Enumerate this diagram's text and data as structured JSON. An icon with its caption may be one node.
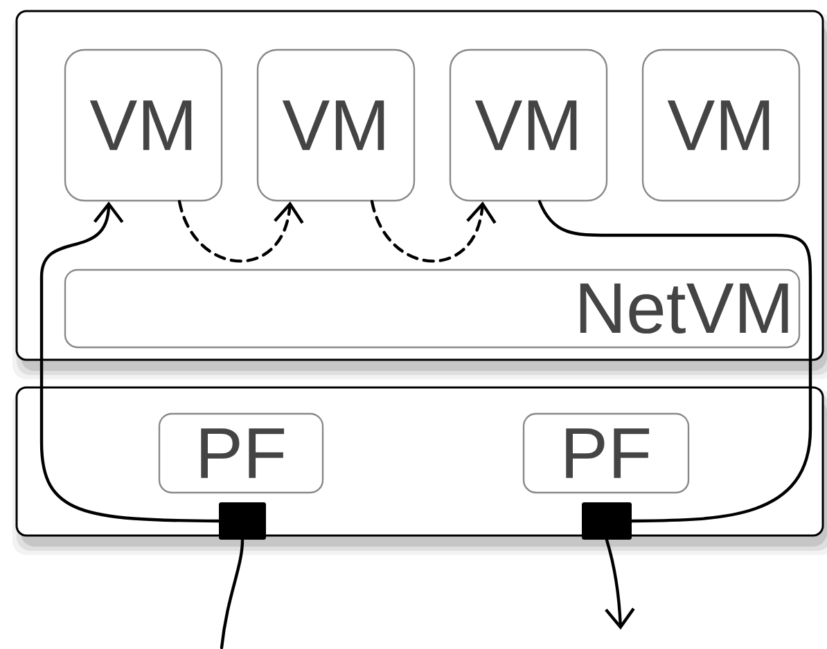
{
  "diagram": {
    "nodes": [
      {
        "text": [],
        "shape": "box"
      },
      {
        "text": [
          "VM"
        ],
        "in": 0
      },
      {
        "text": [
          "VM"
        ],
        "in": 0
      },
      {
        "text": [
          "VM"
        ],
        "in": 0
      },
      {
        "text": [
          "VM"
        ],
        "in": 0
      },
      {
        "text": [
          "NetVM"
        ],
        "in": 0
      },
      {
        "text": [],
        "shape": "box"
      },
      {
        "text": [
          "PF"
        ],
        "in": 6
      },
      {
        "text": [
          "PF"
        ],
        "in": 6
      },
      {
        "text": [],
        "shape": "box",
        "in": 6
      },
      {
        "text": [],
        "shape": "box",
        "in": 6
      }
    ],
    "edges": [
      {
        "from": null,
        "to": 9,
        "arrow": "none"
      },
      {
        "from": 9,
        "to": 1,
        "arrow": "to"
      },
      {
        "from": 1,
        "to": 2,
        "arrow": "to",
        "style": "dashed"
      },
      {
        "from": 2,
        "to": 3,
        "arrow": "to",
        "style": "dashed"
      },
      {
        "from": 3,
        "to": 10,
        "arrow": "none"
      },
      {
        "from": 10,
        "to": null,
        "arrow": "to"
      }
    ]
  }
}
